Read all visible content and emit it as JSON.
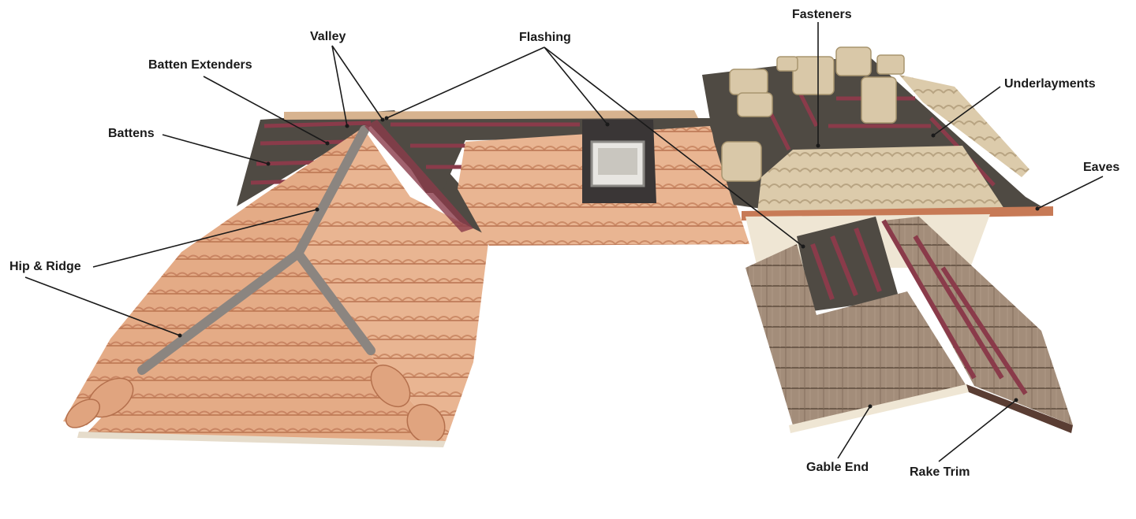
{
  "labels": {
    "valley": "Valley",
    "flashing": "Flashing",
    "fasteners": "Fasteners",
    "batten_extenders": "Batten Extenders",
    "underlayments": "Underlayments",
    "battens": "Battens",
    "eaves": "Eaves",
    "hip_ridge": "Hip & Ridge",
    "gable_end": "Gable End",
    "rake_trim": "Rake Trim"
  },
  "colors": {
    "tile_light": "#e8b48f",
    "tile_mid": "#d99a72",
    "tile_dark": "#c4805b",
    "underlayment": "#4f4a43",
    "batten": "#8a3b4a",
    "ridge_mortar": "#8b8580",
    "sand_tile": "#d9c8a8",
    "flat_tile": "#9c8674",
    "fascia": "#efe6d4"
  }
}
